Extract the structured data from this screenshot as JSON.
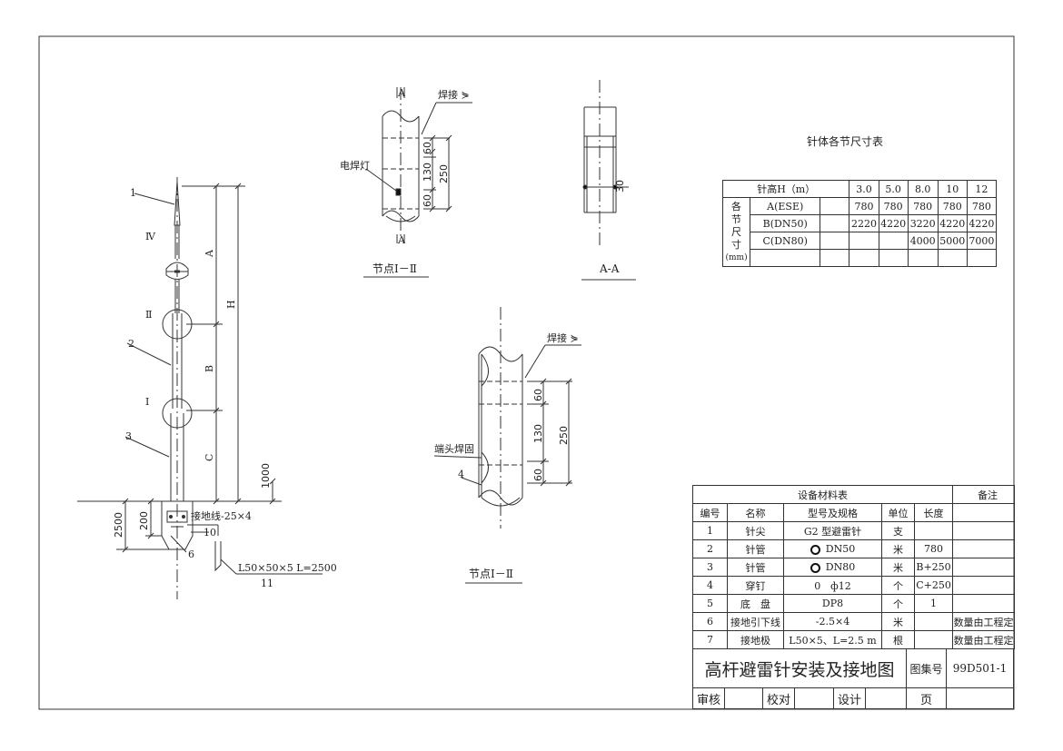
{
  "main_view": {
    "callout_1": "1",
    "callout_2": "2",
    "callout_3": "3",
    "callout_6": "6",
    "callout_10": "10",
    "callout_11": "11",
    "roman_iv": "Ⅳ",
    "roman_ii": "Ⅱ",
    "roman_i": "Ⅰ",
    "dim_a": "A",
    "dim_b": "B",
    "dim_c": "C",
    "dim_h": "H",
    "dim_1000": "1000",
    "dim_2500": "2500",
    "dim_200": "200",
    "ground_wire_label": "接地线-25×4",
    "angle_steel_label": "L50×50×5 L=2500"
  },
  "detail_top": {
    "section_mark_top": "A",
    "section_mark_bottom": "A",
    "weld_label": "焊接 ⋟",
    "lamp_label": "电焊灯",
    "dim_60a": "60",
    "dim_130": "130",
    "dim_60b": "60",
    "dim_250": "250",
    "caption": "节点Ⅰ－Ⅱ"
  },
  "section_aa": {
    "dim_30": "30",
    "caption": "A-A"
  },
  "detail_bottom": {
    "weld_label": "焊接 ⋟",
    "plug_label": "端头焊固",
    "callout_4": "4",
    "dim_60a": "60",
    "dim_130": "130",
    "dim_60b": "60",
    "dim_250": "250",
    "caption": "节点Ⅰ－Ⅱ"
  },
  "size_table": {
    "title": "针体各节尺寸表",
    "header_label": "针高H（m）",
    "heights": [
      "3.0",
      "5.0",
      "8.0",
      "10",
      "12"
    ],
    "side_label": [
      "各",
      "节",
      "尺",
      "寸",
      "(mm)"
    ],
    "rows": [
      {
        "name": "A(ESE)",
        "values": [
          "780",
          "780",
          "780",
          "780",
          "780"
        ]
      },
      {
        "name": "B(DN50)",
        "values": [
          "2220",
          "4220",
          "3220",
          "4220",
          "4220"
        ]
      },
      {
        "name": "C(DN80)",
        "values": [
          "",
          "",
          "4000",
          "5000",
          "7000"
        ]
      }
    ]
  },
  "material_table": {
    "title": "设备材料表",
    "remark_header": "备注",
    "headers": [
      "编号",
      "名称",
      "型号及规格",
      "单位",
      "长度"
    ],
    "rows": [
      {
        "no": "1",
        "name": "针尖",
        "spec": "G2 型避雷针",
        "unit": "支",
        "length": "",
        "remark": ""
      },
      {
        "no": "2",
        "name": "针管",
        "spec": "DN50",
        "ring": true,
        "unit": "米",
        "length": "780",
        "remark": ""
      },
      {
        "no": "3",
        "name": "针管",
        "spec": "DN80",
        "ring": true,
        "unit": "米",
        "length": "B+250",
        "remark": ""
      },
      {
        "no": "4",
        "name": "穿钉",
        "spec": "0　ф12",
        "unit": "个",
        "length": "C+250",
        "remark": ""
      },
      {
        "no": "5",
        "name": "底　盘",
        "spec": "DP8",
        "unit": "个",
        "length": "1",
        "remark": ""
      },
      {
        "no": "6",
        "name": "接地引下线",
        "spec": "-2.5×4",
        "unit": "米",
        "length": "",
        "remark": "数量由工程定"
      },
      {
        "no": "7",
        "name": "接地极",
        "spec": "L50×5、L=2.5 m",
        "unit": "根",
        "length": "",
        "remark": "数量由工程定"
      }
    ]
  },
  "title_block": {
    "drawing_title": "高杆避雷针安装及接地图",
    "atlas_label": "图集号",
    "atlas_number": "99D501-1",
    "review_label": "审核",
    "check_label": "校对",
    "design_label": "设计",
    "page_label": "页"
  }
}
